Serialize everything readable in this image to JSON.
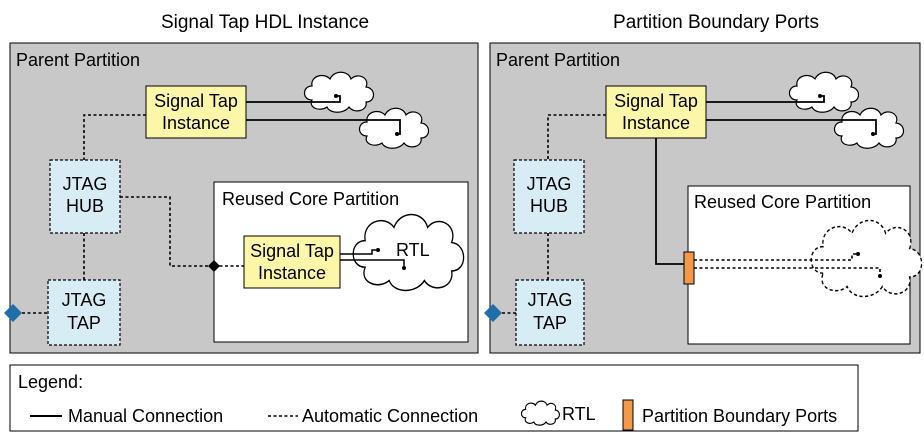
{
  "diagram": {
    "left_panel": {
      "heading": "Signal Tap HDL Instance",
      "parent_label": "Parent Partition",
      "reused_label": "Reused Core Partition",
      "signal_tap_line1": "Signal Tap",
      "signal_tap_line2": "Instance",
      "inner_signal_tap_line1": "Signal Tap",
      "inner_signal_tap_line2": "Instance",
      "jtag_hub_line1": "JTAG",
      "jtag_hub_line2": "HUB",
      "jtag_tap_line1": "JTAG",
      "jtag_tap_line2": "TAP",
      "rtl_label": "RTL"
    },
    "right_panel": {
      "heading": "Partition Boundary Ports",
      "parent_label": "Parent Partition",
      "reused_label": "Reused Core Partition",
      "signal_tap_line1": "Signal Tap",
      "signal_tap_line2": "Instance",
      "jtag_hub_line1": "JTAG",
      "jtag_hub_line2": "HUB",
      "jtag_tap_line1": "JTAG",
      "jtag_tap_line2": "TAP"
    },
    "legend": {
      "title": "Legend:",
      "manual": "Manual Connection",
      "automatic": "Automatic Connection",
      "rtl": "RTL",
      "boundary": "Partition Boundary Ports"
    },
    "colors": {
      "panel_fill": "#c8c8c8",
      "signal_tap_fill": "#fbf6a8",
      "jtag_fill": "#d8ecf6",
      "diamond": "#1f6ea8",
      "boundary_port": "#f29a4a"
    }
  }
}
